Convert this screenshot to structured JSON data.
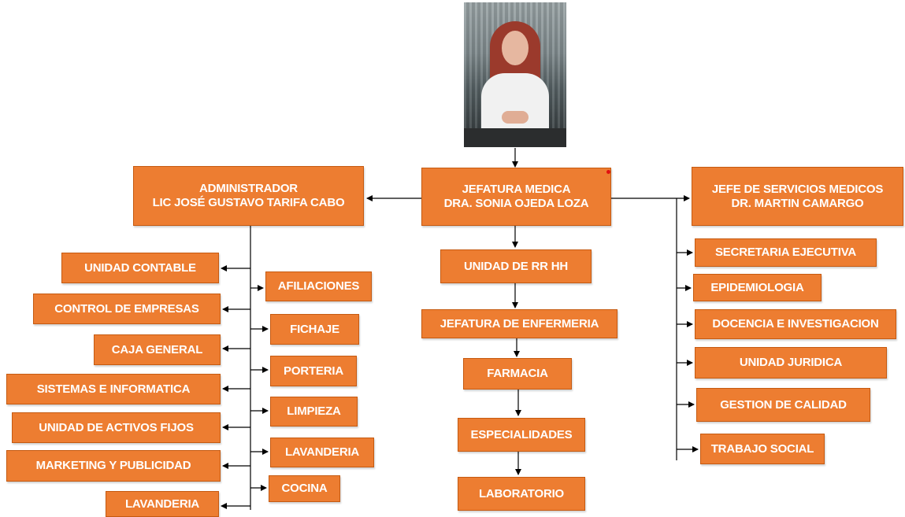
{
  "photo": {
    "subject": "portrait-photo"
  },
  "center": {
    "jefatura": {
      "line1": "JEFATURA MEDICA",
      "line2": "DRA. SONIA OJEDA LOZA"
    },
    "items": [
      "UNIDAD DE RR HH",
      "JEFATURA DE ENFERMERIA",
      "FARMACIA",
      "ESPECIALIDADES",
      "LABORATORIO"
    ]
  },
  "left": {
    "admin": {
      "line1": "ADMINISTRADOR",
      "line2": "LIC  JOSÉ GUSTAVO TARIFA CABO"
    },
    "outer_items": [
      "UNIDAD CONTABLE",
      "CONTROL DE EMPRESAS",
      "CAJA GENERAL",
      "SISTEMAS E INFORMATICA",
      "UNIDAD DE ACTIVOS FIJOS",
      "MARKETING Y PUBLICIDAD",
      "LAVANDERIA"
    ],
    "inner_items": [
      "AFILIACIONES",
      "FICHAJE",
      "PORTERIA",
      "LIMPIEZA",
      "LAVANDERIA",
      "COCINA"
    ]
  },
  "right": {
    "jefe": {
      "line1": "JEFE DE SERVICIOS MEDICOS",
      "line2": "DR. MARTIN CAMARGO"
    },
    "items": [
      "SECRETARIA EJECUTIVA",
      "EPIDEMIOLOGIA",
      "DOCENCIA E INVESTIGACION",
      "UNIDAD JURIDICA",
      "GESTION DE CALIDAD",
      "TRABAJO SOCIAL"
    ]
  },
  "colors": {
    "box_fill": "#ed7d31",
    "box_border": "#c55a11",
    "box_text": "#ffffff",
    "connector": "#000000"
  }
}
